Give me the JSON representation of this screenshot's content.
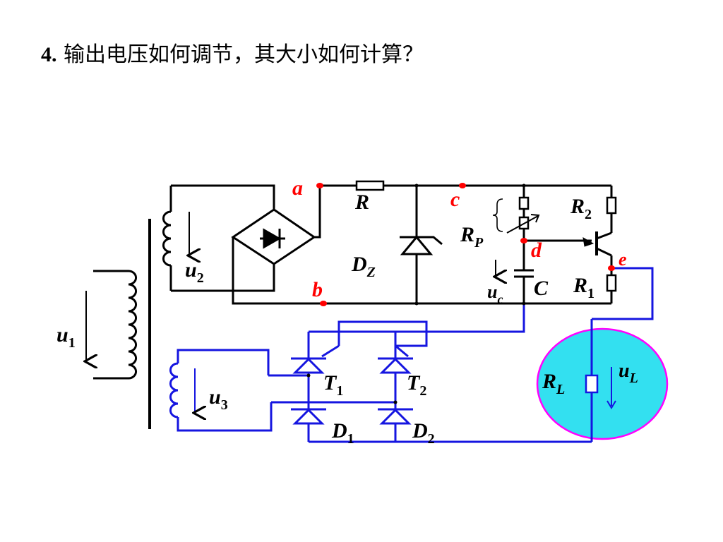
{
  "title": {
    "number": "4.",
    "text": "输出电压如何调节，其大小如何计算？"
  },
  "labels": {
    "u1": "u",
    "u1_sub": "1",
    "u2": "u",
    "u2_sub": "2",
    "u3": "u",
    "u3_sub": "3",
    "uc": "u",
    "uc_sub": "c",
    "uL": "u",
    "uL_sub": "L",
    "R": "R",
    "R1": "R",
    "R1_sub": "1",
    "R2": "R",
    "R2_sub": "2",
    "RP": "R",
    "RP_sub": "P",
    "RL": "R",
    "RL_sub": "L",
    "DZ": "D",
    "DZ_sub": "Z",
    "C": "C",
    "T1": "T",
    "T1_sub": "1",
    "T2": "T",
    "T2_sub": "2",
    "D1": "D",
    "D1_sub": "1",
    "D2": "D",
    "D2_sub": "2",
    "node_a": "a",
    "node_b": "b",
    "node_c": "c",
    "node_d": "d",
    "node_e": "e"
  },
  "colors": {
    "black_wire": "#000000",
    "blue_wire": "#1515e0",
    "node": "#ff0000",
    "node_label": "#ff0000",
    "load_fill": "#33e0f0",
    "load_edge": "#ff00ff"
  }
}
